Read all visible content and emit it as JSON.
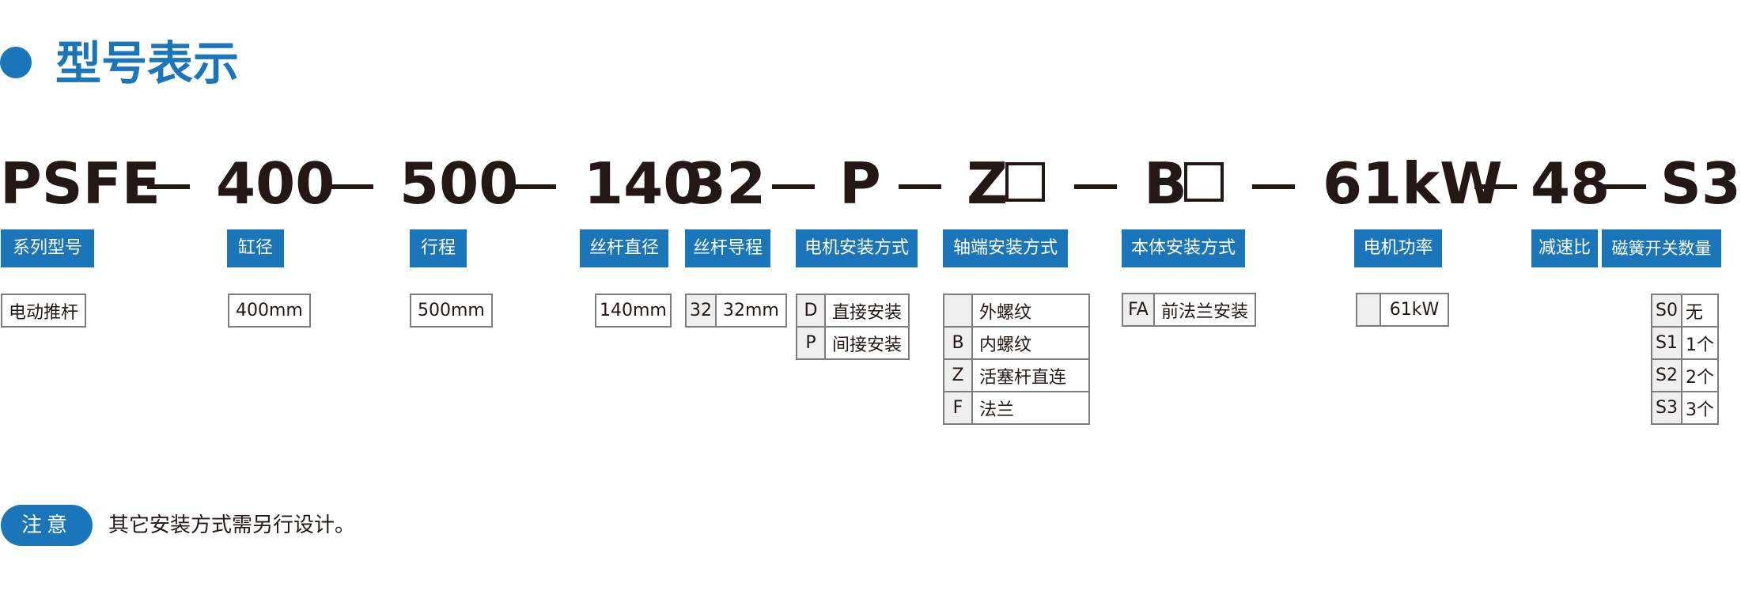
{
  "theme": {
    "accent": "#1a76b8"
  },
  "title": "型号表示",
  "model_code": {
    "segments": [
      "PSFE",
      "400",
      "500",
      "140",
      "32",
      "P",
      "Z",
      "B",
      "61kW",
      "48",
      "S3"
    ]
  },
  "labels": {
    "series": "系列型号",
    "bore": "缸径",
    "stroke": "行程",
    "screw_dia": "丝杆直径",
    "screw_lead": "丝杆导程",
    "motor_mount": "电机安装方式",
    "rod_end": "轴端安装方式",
    "body_mount": "本体安装方式",
    "motor_power": "电机功率",
    "ratio": "减速比",
    "switch_qty": "磁簧开关数量"
  },
  "options": {
    "series": {
      "desc": "电动推杆"
    },
    "bore": {
      "desc": "400mm"
    },
    "stroke": {
      "desc": "500mm"
    },
    "screw_dia": {
      "desc": "140mm"
    },
    "screw_lead": {
      "code": "32",
      "desc": "32mm"
    },
    "motor_mount": [
      {
        "code": "D",
        "desc": "直接安装"
      },
      {
        "code": "P",
        "desc": "间接安装"
      }
    ],
    "rod_end": [
      {
        "code": "",
        "desc": "外螺纹"
      },
      {
        "code": "B",
        "desc": "内螺纹"
      },
      {
        "code": "Z",
        "desc": "活塞杆直连"
      },
      {
        "code": "F",
        "desc": "法兰"
      }
    ],
    "body_mount": {
      "code": "FA",
      "desc": "前法兰安装"
    },
    "motor_power": {
      "code": "",
      "desc": "61kW"
    },
    "switch_qty": [
      {
        "code": "S0",
        "desc": "无"
      },
      {
        "code": "S1",
        "desc": "1个"
      },
      {
        "code": "S2",
        "desc": "2个"
      },
      {
        "code": "S3",
        "desc": "3个"
      }
    ]
  },
  "note": {
    "badge": "注意",
    "text": "其它安装方式需另行设计。"
  }
}
